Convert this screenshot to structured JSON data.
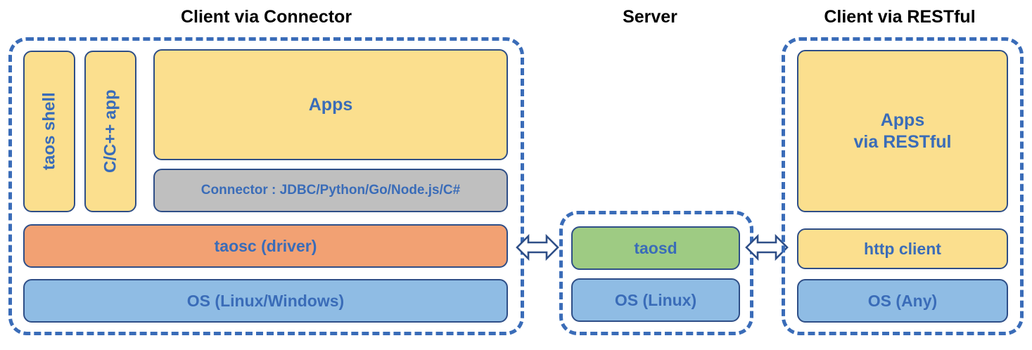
{
  "diagram": {
    "title_client_connector": "Client via Connector",
    "title_server": "Server",
    "title_client_restful": "Client via RESTful",
    "colors": {
      "dashed_border": "#3A6CB8",
      "box_border": "#2E4E87",
      "text_blue": "#3A6CB8",
      "title_black": "#000000",
      "yellow": "#FBDF8E",
      "blue": "#8FBCE4",
      "orange": "#F2A173",
      "green": "#9ECB83",
      "gray": "#BFBFBF",
      "background": "#FFFFFF"
    }
  },
  "client_connector": {
    "taos_shell": "taos shell",
    "c_cpp_app": "C/C++ app",
    "apps": "Apps",
    "connector": "Connector : JDBC/Python/Go/Node.js/C#",
    "taosc": "taosc (driver)",
    "os": "OS (Linux/Windows)"
  },
  "server": {
    "taosd": "taosd",
    "os": "OS (Linux)"
  },
  "client_restful": {
    "apps_line1": "Apps",
    "apps_line2": "via RESTful",
    "http_client": "http client",
    "os": "OS (Any)"
  },
  "connections": {
    "left_arrow": "double-headed-arrow",
    "right_arrow": "double-headed-arrow"
  }
}
